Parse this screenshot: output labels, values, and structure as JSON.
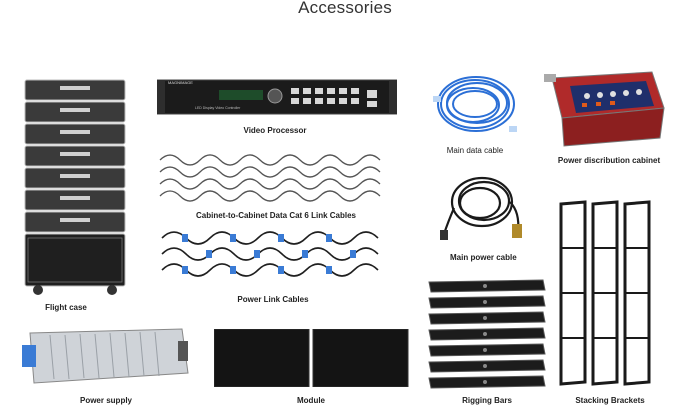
{
  "page": {
    "title": "Accessories"
  },
  "items": [
    {
      "label": "Flight case"
    },
    {
      "label": "Video Processor",
      "brand_text": "MAGNIMAGE",
      "screen_text": "LED Display Video Controller"
    },
    {
      "label": "Cabinet-to-Cabinet Data Cat 6 Link Cables"
    },
    {
      "label": "Power Link Cables"
    },
    {
      "label": "Main data cable"
    },
    {
      "label": "Power discribution cabinet"
    },
    {
      "label": "Main power cable"
    },
    {
      "label": "Stacking Brackets"
    },
    {
      "label": "Power supply"
    },
    {
      "label": "Module"
    },
    {
      "label": "Rigging Bars"
    }
  ],
  "colors": {
    "data_cable_blue": "#2b6fd6",
    "power_cable_black": "#1a1a1a",
    "power_link_blue": "#3a7bd5",
    "flight_case_black": "#222222",
    "cabinet_red": "#b02a2a",
    "power_supply_silver": "#cfd3d8"
  }
}
